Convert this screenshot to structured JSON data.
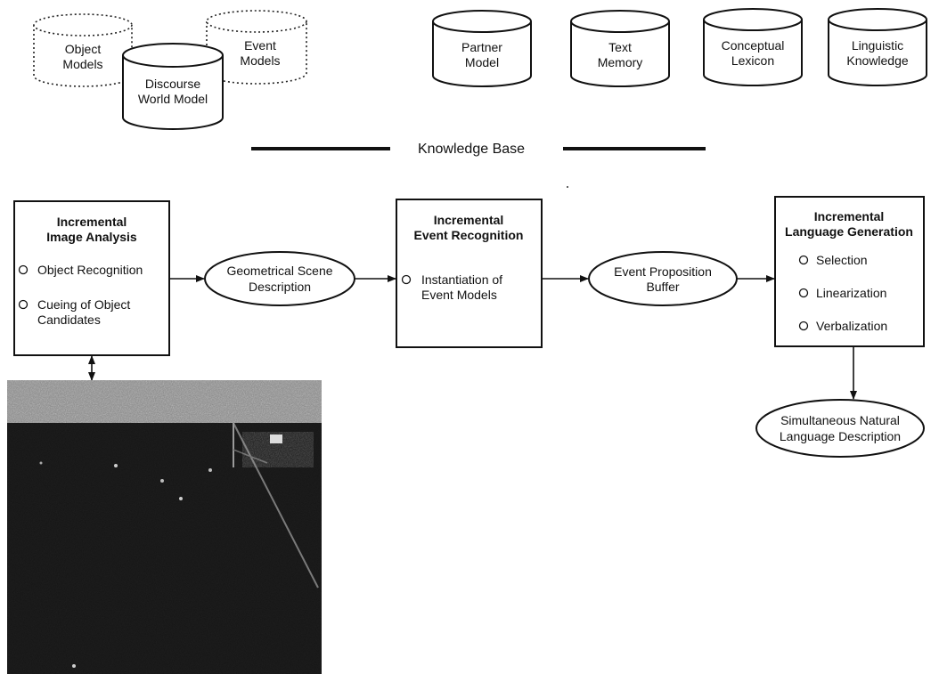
{
  "knowledge_base": {
    "label": "Knowledge Base",
    "dotted_cylinders": [
      {
        "lines": [
          "Object",
          "Models"
        ]
      },
      {
        "lines": [
          "Event",
          "Models"
        ]
      }
    ],
    "discourse_cylinder": {
      "lines": [
        "Discourse",
        "World Model"
      ]
    },
    "cylinders": [
      {
        "lines": [
          "Partner",
          "Model"
        ]
      },
      {
        "lines": [
          "Text",
          "Memory"
        ]
      },
      {
        "lines": [
          "Conceptual",
          "Lexicon"
        ]
      },
      {
        "lines": [
          "Linguistic",
          "Knowledge"
        ]
      }
    ]
  },
  "boxes": {
    "image_analysis": {
      "title": [
        "Incremental",
        "Image Analysis"
      ],
      "items": [
        [
          "Object Recognition"
        ],
        [
          "Cueing of Object",
          "Candidates"
        ]
      ]
    },
    "event_recognition": {
      "title": [
        "Incremental",
        "Event Recognition"
      ],
      "items": [
        [
          "Instantiation of",
          "Event Models"
        ]
      ]
    },
    "language_generation": {
      "title": [
        "Incremental",
        "Language Generation"
      ],
      "items": [
        [
          "Selection"
        ],
        [
          "Linearization"
        ],
        [
          "Verbalization"
        ]
      ]
    }
  },
  "ellipses": {
    "scene_description": [
      "Geometrical Scene",
      "Description"
    ],
    "event_buffer": [
      "Event Proposition",
      "Buffer"
    ],
    "nl_description": [
      "Simultaneous Natural",
      "Language Description"
    ]
  },
  "colors": {
    "stroke": "#111111",
    "photo_dark": "#151515",
    "photo_crowd": "#8a8a8a"
  }
}
